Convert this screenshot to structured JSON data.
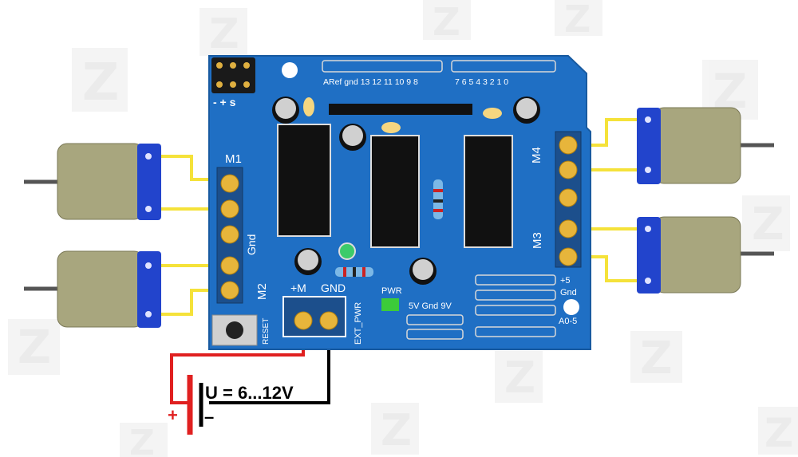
{
  "watermark": {
    "glyph": "Z"
  },
  "board": {
    "color": "#1f6fc4",
    "header_label": "- + s",
    "pin_labels_left": "ARef gnd 13 12 11 10  9  8",
    "pin_labels_right": "7  6  5  4  3  2  1  0",
    "motor_labels": {
      "m1": "M1",
      "m2": "M2",
      "m3": "M3",
      "m4": "M4"
    },
    "gnd_label": "Gnd",
    "plus_m_label": "+M",
    "gnd_terminal_label": "GND",
    "pwr_label": "PWR",
    "power_pins_label": "5V  Gnd  9V",
    "plus5_label": "+5",
    "gnd_right_label": "Gnd",
    "analog_label": "A0-5",
    "reset_label": "RESET",
    "ext_pwr_label": "EXT_PWR"
  },
  "power_supply": {
    "voltage_label": "U = 6...12V",
    "plus_sign": "+",
    "minus_sign": "–",
    "plus_color": "#e02020",
    "minus_color": "#000000"
  },
  "wire_color": "#f5e23a",
  "motor_colors": {
    "body": "#a8a67e",
    "cap": "#2244cc"
  }
}
